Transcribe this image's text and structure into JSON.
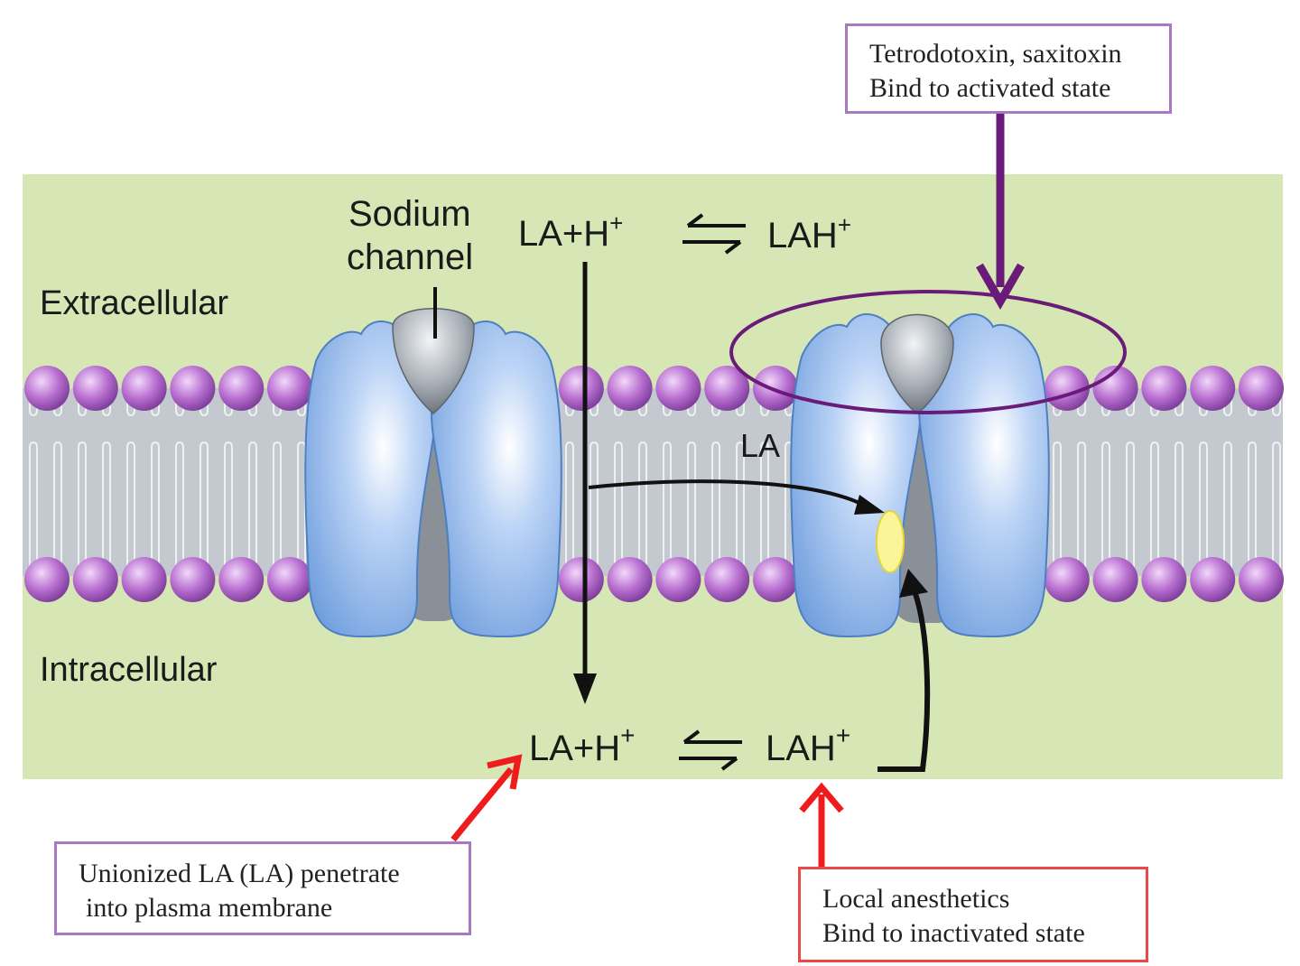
{
  "labels": {
    "extracellular": "Extracellular",
    "intracellular": "Intracellular",
    "sodium_channel_line1": "Sodium",
    "sodium_channel_line2": "channel",
    "la_top_left": "LA+H",
    "la_top_right": "LAH",
    "la_bottom_left": "LA+H",
    "la_bottom_right": "LAH",
    "plus": "+",
    "la_membrane": "LA"
  },
  "callouts": {
    "toxin": {
      "line1": "Tetrodotoxin, saxitoxin",
      "line2": "Bind to activated state"
    },
    "unionized": {
      "line1": "Unionized LA (LA) penetrate",
      "line2": "into plasma membrane"
    },
    "local_anesthetics": {
      "line1": "Local anesthetics",
      "line2": "Bind to inactivated state"
    }
  },
  "colors": {
    "background_panel": "#d6e6b4",
    "phospholipid_head": "#b070c8",
    "channel_subunit": "#8fb6ea",
    "channel_pore": "#8a9098",
    "purple_accent": "#6a1a78",
    "red_accent": "#ee1c1c",
    "la_binding_site": "#fbf59a"
  },
  "icons": {
    "equilibrium": "equilibrium-harpoon-icon"
  }
}
